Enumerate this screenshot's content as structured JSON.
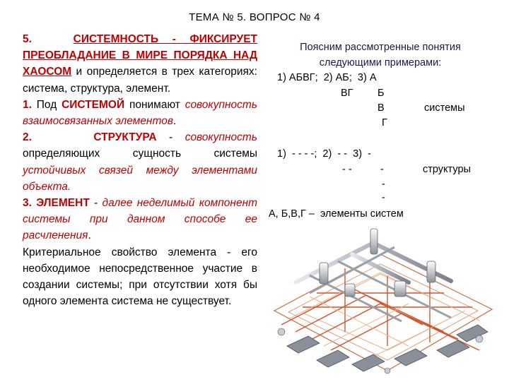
{
  "header": {
    "title": "ТЕМА № 5. ВОПРОС № 4"
  },
  "left": {
    "p1_num": "5.",
    "p1_u1": "СИСТЕМНОСТЬ - ФИКСИРУЕТ ПРЕОБЛАДАНИЕ В МИРЕ ПОРЯДКА НАД ХАОСОМ",
    "p1_rest": " и определяется в трех категориях: система, структура, элемент.",
    "p2_num": "1.",
    "p2_pre": " Под ",
    "p2_term": "СИСТЕМОЙ",
    "p2_mid": " понимают ",
    "p2_def": "совокупность взаимосвязанных элементов",
    "p2_end": ".",
    "p3_num": "2.",
    "p3_term": "СТРУКТУРА",
    "p3_dash": " - ",
    "p3_def1": "совокупность",
    "p3_mid": " определяющих сущность системы ",
    "p3_def2": "устойчивых связей между элементами объекта.",
    "p4_num": "3.",
    "p4_term": "ЭЛЕМЕНТ",
    "p4_dash": " - ",
    "p4_def": "далее неделимый компонент системы при данном способе ее расчленения",
    "p4_end": ".",
    "p5": "Критериальное свойство элемента - его необходимое непосредственное участие в создании системы; при отсутствии хотя бы одного элемента система не существует."
  },
  "right": {
    "head_line1": "Поясним рассмотренные понятия",
    "head_line2": "следующими примерами:",
    "ex1": {
      "r1": "1) АБВГ;  2) АБ;  3) А",
      "r2": "ВГ",
      "r3": "Б",
      "r4": "В",
      "r5": "Г",
      "label": "системы"
    },
    "ex2": {
      "r1": "1)  - - - -;  2)  - -  3)  -",
      "r2": "- -",
      "r3": "-",
      "r4": "-",
      "r5": "-",
      "label": "структуры"
    },
    "elements_line": "А, Б,В,Г –  элементы систем"
  },
  "illustration": {
    "icon": "industrial-piping-system-illustration"
  }
}
